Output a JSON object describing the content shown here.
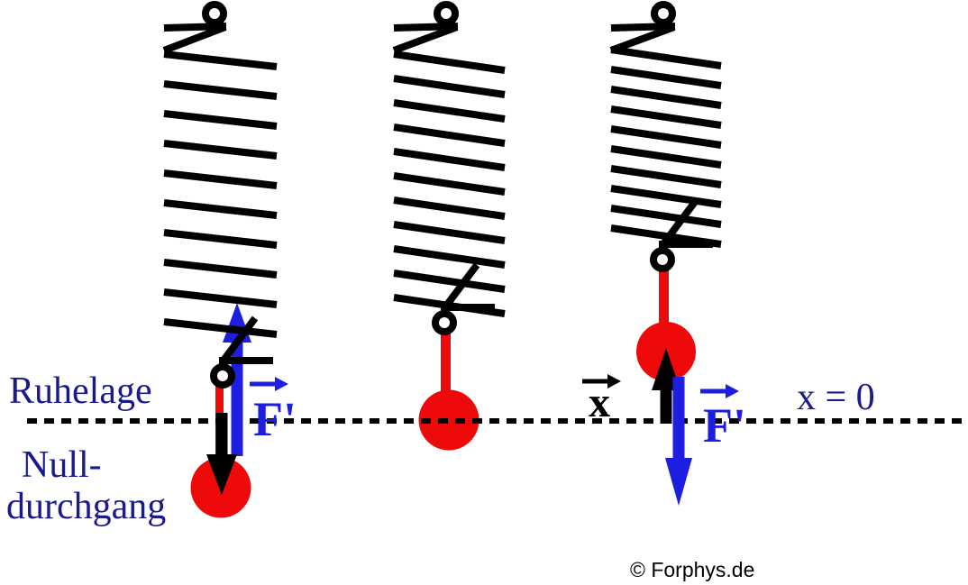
{
  "title": "Spring pendulum: restoring force and displacement diagram",
  "labels": {
    "ruhelage": "Ruhelage",
    "null_line1": "Null-",
    "null_line2": "durchgang",
    "f_prime_left": "F'",
    "f_prime_right": "F'",
    "x_vector": "x",
    "x_equals_zero": "x = 0",
    "copyright": "© Forphys.de"
  },
  "colors": {
    "spring": "#000000",
    "mass_red": "#ee0a0a",
    "force_blue": "#1e1ee0",
    "displacement_black": "#000000",
    "text_navy": "#1a1a8c",
    "dotted_line": "#000000",
    "background": "#ffffff"
  },
  "pendulums": [
    {
      "id": "left",
      "spring_state": "stretched",
      "mass_position": "below equilibrium line (Nulldurchgang)",
      "arrows": [
        {
          "name": "F'",
          "direction": "up",
          "color": "force_blue"
        },
        {
          "name": "displacement",
          "direction": "down",
          "color": "displacement_black"
        },
        {
          "name": "F' vector hat",
          "direction": "right",
          "color": "force_blue"
        }
      ]
    },
    {
      "id": "middle",
      "spring_state": "natural length",
      "mass_position": "on equilibrium line (Ruhelage)",
      "arrows": []
    },
    {
      "id": "right",
      "spring_state": "compressed",
      "mass_position": "above equilibrium line",
      "arrows": [
        {
          "name": "x",
          "direction": "up",
          "color": "displacement_black"
        },
        {
          "name": "F'",
          "direction": "down",
          "color": "force_blue"
        },
        {
          "name": "x vector hat",
          "direction": "right",
          "color": "displacement_black"
        },
        {
          "name": "F' vector hat",
          "direction": "right",
          "color": "force_blue"
        }
      ]
    }
  ]
}
